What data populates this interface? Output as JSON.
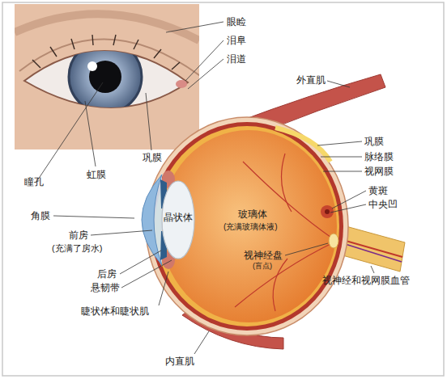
{
  "diagram": {
    "labels": [
      "眼睑",
      "泪阜",
      "泪道",
      "外直肌",
      "巩膜",
      "巩膜",
      "脉络膜",
      "视网膜",
      "虹膜",
      "瞳孔",
      "黄斑",
      "中央凹",
      "角膜",
      "晶状体",
      "玻璃体",
      "(充满玻璃体液)",
      "视神经盘",
      "(盲点)",
      "前房",
      "(充满了房水)",
      "视神经和视网膜血管",
      "后房",
      "悬韧带",
      "睫状体和睫状肌",
      "内直肌"
    ]
  }
}
